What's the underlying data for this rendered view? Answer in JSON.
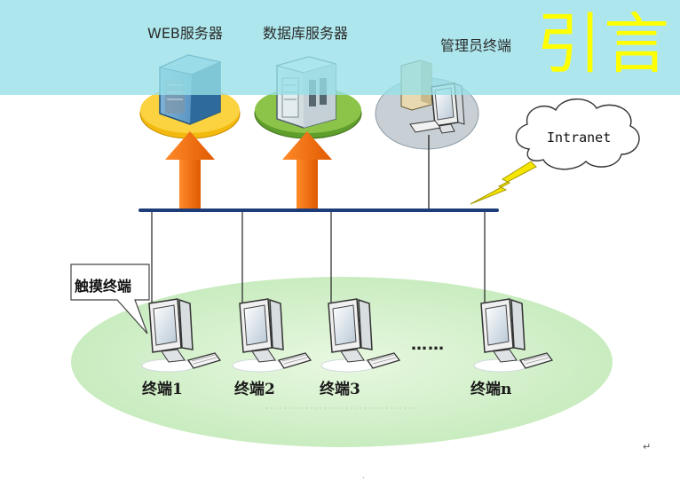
{
  "banner": {
    "title": "引言",
    "bg_color": "#96e0e8",
    "title_color": "#ffff00"
  },
  "servers": [
    {
      "label": "WEB服务器",
      "icon": "server-tower-icon"
    },
    {
      "label": "数据库服务器",
      "icon": "database-server-icon"
    },
    {
      "label": "管理员终端",
      "icon": "desktop-computer-icon"
    }
  ],
  "cloud": {
    "label": "Intranet",
    "icon": "cloud-icon"
  },
  "callout": {
    "label": "触摸终端"
  },
  "terminals": [
    {
      "label": "终端1"
    },
    {
      "label": "终端2"
    },
    {
      "label": "终端3"
    },
    {
      "label": "终端n"
    }
  ],
  "ellipsis": "……",
  "return_mark": "↵",
  "colors": {
    "bus": "#1e3c78",
    "arrow": "#f26d0d",
    "network_area": "#d8f2d0",
    "lightning": "#f5e600"
  }
}
